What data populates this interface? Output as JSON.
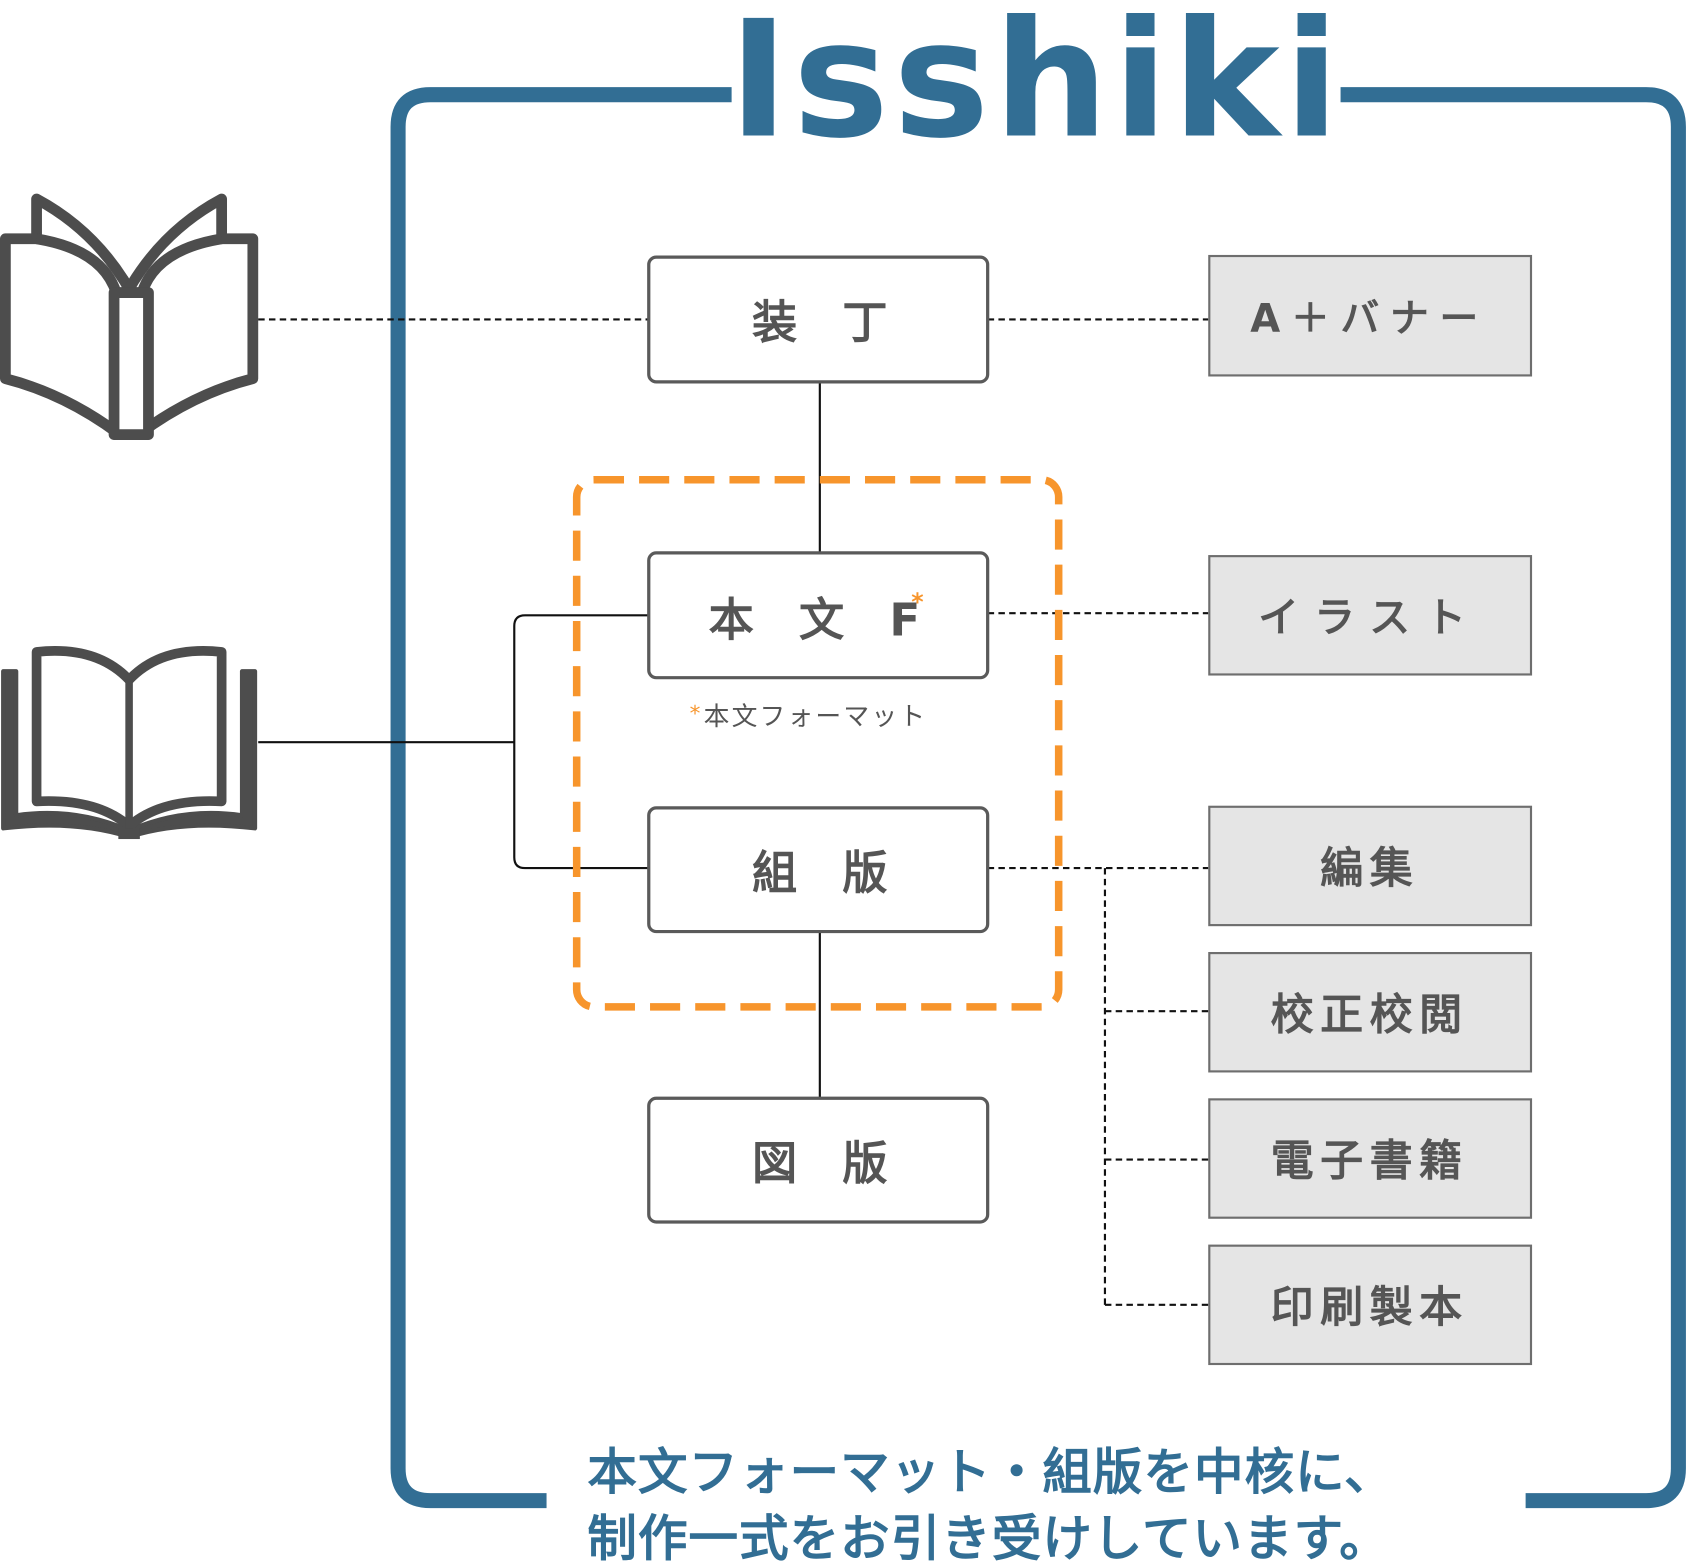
{
  "title": "Isshiki",
  "colors": {
    "brand": "#326e94",
    "highlight": "#f7952c",
    "box_text": "#555555",
    "service_fill": "#e5e5e5"
  },
  "icons": {
    "book_cover": "open-book-cover-icon",
    "book_body": "open-book-body-icon"
  },
  "core_nodes": [
    {
      "id": "souchou",
      "label": "装　丁"
    },
    {
      "id": "honbun",
      "label": "本　文　F",
      "marker": "*"
    },
    {
      "id": "kumihan",
      "label": "組　版"
    },
    {
      "id": "zuhan",
      "label": "図　版"
    }
  ],
  "note": {
    "marker": "*",
    "text": "本文フォーマット"
  },
  "service_nodes": [
    {
      "id": "banner",
      "label": "A＋バナー"
    },
    {
      "id": "illust",
      "label": "イラスト"
    },
    {
      "id": "henshu",
      "label": "編集"
    },
    {
      "id": "kousei",
      "label": "校正校閲"
    },
    {
      "id": "ebook",
      "label": "電子書籍"
    },
    {
      "id": "print",
      "label": "印刷製本"
    }
  ],
  "highlight_group": [
    "honbun",
    "kumihan"
  ],
  "tagline": {
    "line1": "本文フォーマット・組版を中核に、",
    "line2": "制作一式をお引き受けしています。"
  }
}
